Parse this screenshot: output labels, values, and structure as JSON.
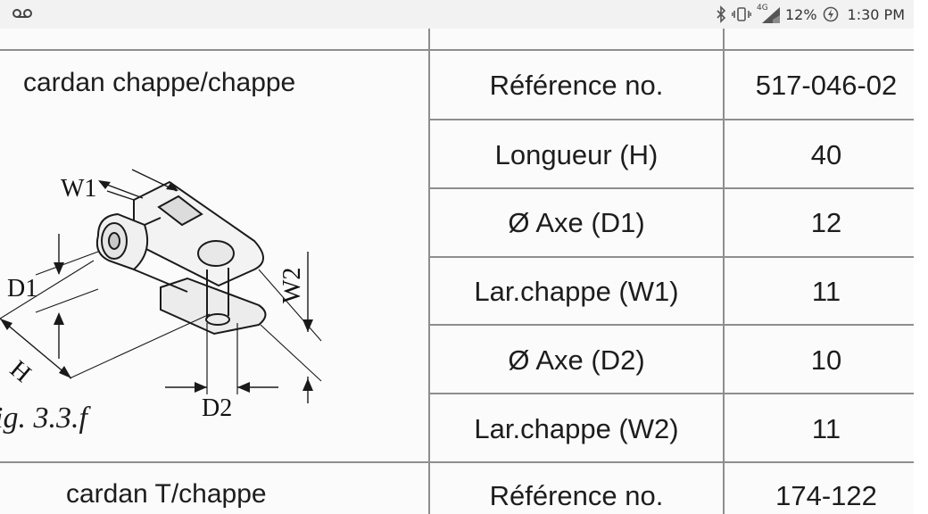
{
  "status_bar": {
    "voicemail_icon": "voicemail-icon",
    "bluetooth_icon": "bluetooth-icon",
    "vibrate_icon": "vibrate-icon",
    "network_label": "4G",
    "signal_icon": "signal-icon",
    "battery_percent": "12%",
    "battery_icon": "battery-charging-icon",
    "time": "1:30 PM"
  },
  "document": {
    "section1": {
      "title": "cardan chappe/chappe",
      "figure_caption": "ig. 3.3.f",
      "drawing_labels": {
        "w1": "W1",
        "w2": "W2",
        "d1": "D1",
        "d2": "D2",
        "h": "H"
      },
      "rows": [
        {
          "label": "Référence no.",
          "value": "517-046-02"
        },
        {
          "label": "Longueur (H)",
          "value": "40"
        },
        {
          "label": "Ø Axe (D1)",
          "value": "12"
        },
        {
          "label": "Lar.chappe (W1)",
          "value": "11"
        },
        {
          "label": "Ø Axe (D2)",
          "value": "10"
        },
        {
          "label": "Lar.chappe (W2)",
          "value": "11"
        }
      ]
    },
    "section2": {
      "title": "cardan T/chappe",
      "rows": [
        {
          "label": "Référence no.",
          "value": "174-122"
        }
      ]
    }
  }
}
